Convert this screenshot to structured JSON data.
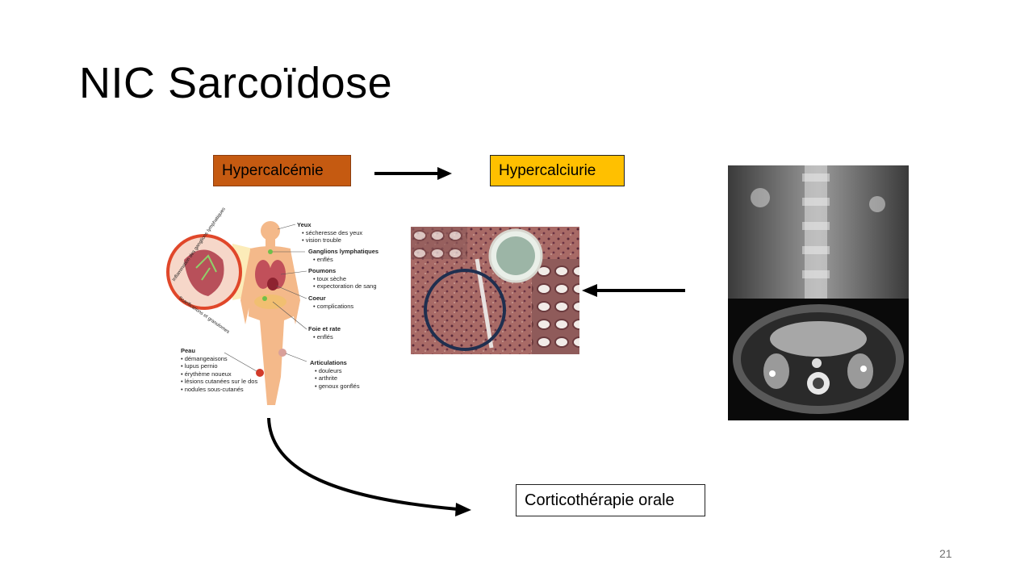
{
  "slide": {
    "title": "NIC Sarcoïdose",
    "page_number": "21"
  },
  "boxes": {
    "hypercalcemie": {
      "label": "Hypercalcémie",
      "fill": "#c55a11"
    },
    "hypercalciurie": {
      "label": "Hypercalciurie",
      "fill": "#ffc000"
    },
    "corticotherapie": {
      "label": "Corticothérapie orale"
    }
  },
  "anatomy": {
    "circle_top": "Inflammation des ganglions lymphatiques",
    "circle_bottom": "Scarifications et granulomes",
    "yeux": {
      "title": "Yeux",
      "items": [
        "sécheresse des yeux",
        "vision trouble"
      ]
    },
    "ganglions": {
      "title": "Ganglions lymphatiques",
      "items": [
        "enflés"
      ]
    },
    "poumons": {
      "title": "Poumons",
      "items": [
        "toux sèche",
        "expectoration de sang"
      ]
    },
    "coeur": {
      "title": "Coeur",
      "items": [
        "complications"
      ]
    },
    "foie": {
      "title": "Foie et rate",
      "items": [
        "enflés"
      ]
    },
    "articulations": {
      "title": "Articulations",
      "items": [
        "douleurs",
        "arthrite",
        "genoux gonflés"
      ]
    },
    "peau": {
      "title": "Peau",
      "items": [
        "démangeaisons",
        "lupus pernio",
        "érythème noueux",
        "lésions cutanées sur le dos",
        "nodules sous-cutanés"
      ]
    }
  },
  "colors": {
    "arrow": "#000000",
    "histo_circle": "#1f2f4f",
    "anatomy_ring": "#e0472a"
  }
}
